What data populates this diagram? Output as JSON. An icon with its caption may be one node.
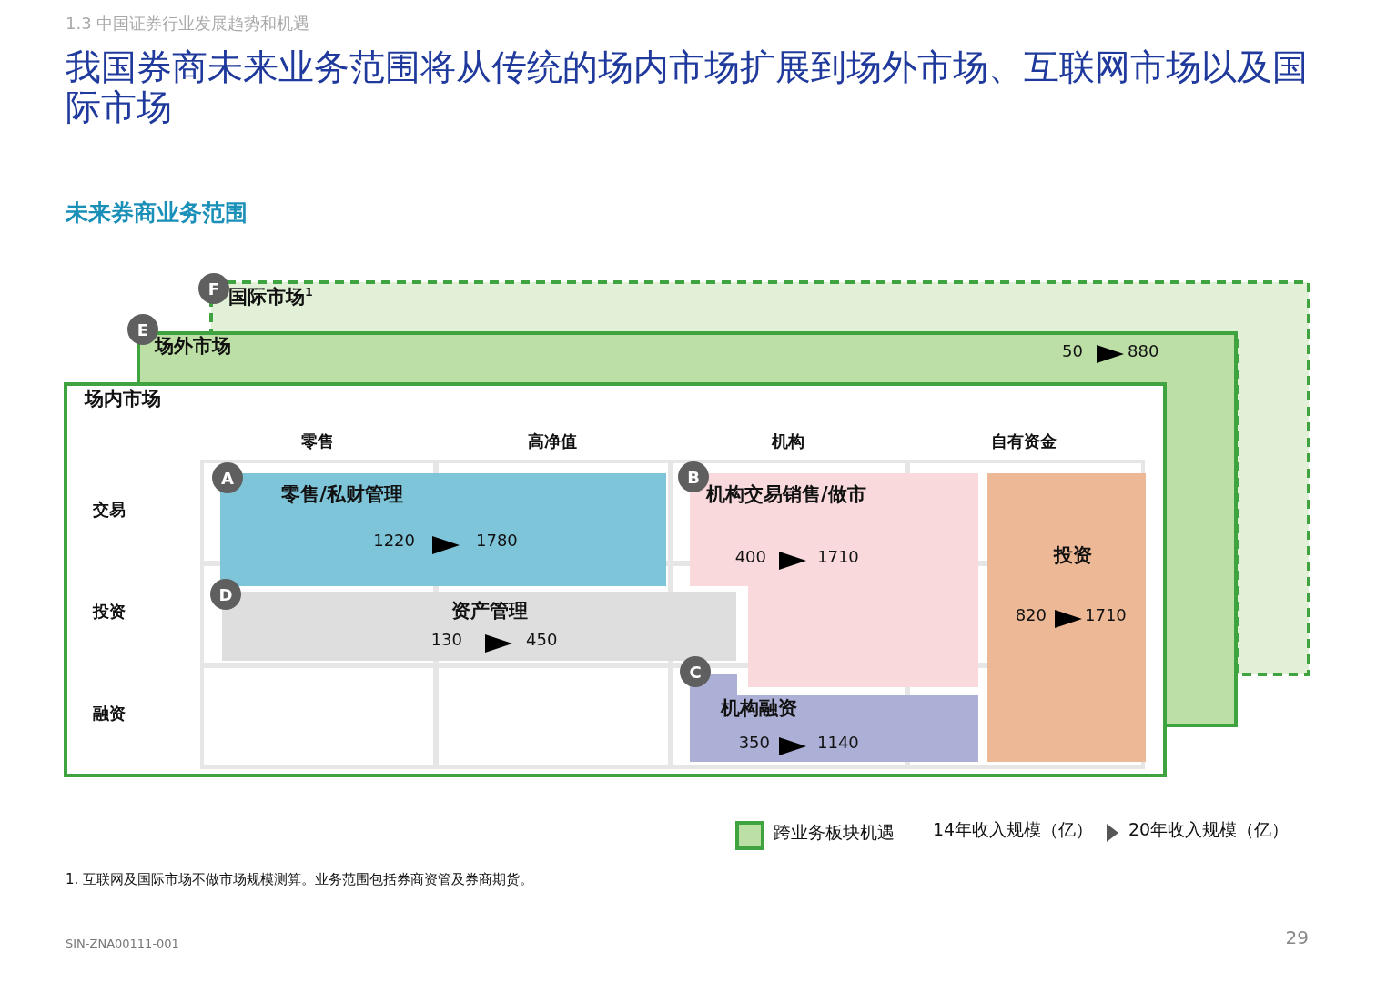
{
  "diagram": {
    "title": "我国券商未来业务范围将从传统的场内市场扩展到场外市场、互联网市场以及国际市场",
    "nodes": [
      {
        "text": [
          "F"
        ]
      },
      {
        "text": [
          "国际市场$^{1}$"
        ]
      },
      {
        "text": [
          "E"
        ]
      },
      {
        "text": [
          "场外市场",
          "50",
          "880"
        ]
      },
      {
        "text": [
          "场内市场"
        ]
      },
      {
        "text": [
          "A"
        ],
        "in": 4
      },
      {
        "text": [
          "零售/私财管理",
          "1220",
          "1780"
        ],
        "in": 4
      },
      {
        "text": [
          "B"
        ],
        "in": 4
      },
      {
        "text": [
          "机构交易销售/做市",
          "400",
          "1710"
        ],
        "in": 4
      },
      {
        "text": [
          "投资",
          "820",
          "1710"
        ],
        "in": 4
      },
      {
        "text": [
          "D"
        ],
        "in": 4
      },
      {
        "text": [
          "资产管理",
          "130",
          "450"
        ],
        "in": 4
      },
      {
        "text": [
          "C"
        ],
        "in": 4
      },
      {
        "text": [
          "机构融资",
          "350",
          "1140"
        ],
        "in": 4
      }
    ],
    "labels": [
      "1.3 中国证券行业发展趋势和机遇",
      "未来券商业务范围",
      "零售",
      "高净值",
      "机构",
      "自有资金",
      "交易",
      "投资",
      "融资",
      "14年收入规模（亿）",
      "20年收入规模（亿）",
      "1. 互联网及国际市场不做市场规模测算。业务范围包括券商资管及券商期货。",
      "SIN-ZNA00111-001",
      "29"
    ],
    "legend": [
      {
        "text": "跨业务板块机遇",
        "color": "#bcdfa5"
      }
    ]
  }
}
